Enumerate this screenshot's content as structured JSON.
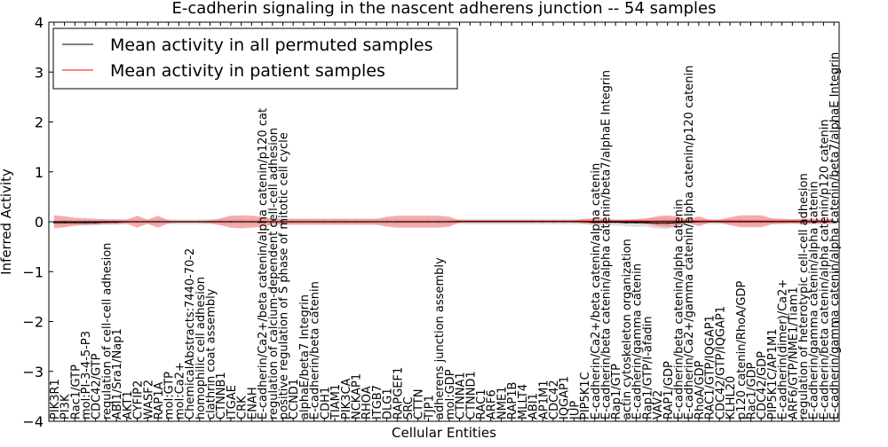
{
  "chart_data": {
    "type": "line",
    "title": "E-cadherin signaling in the nascent adherens junction -- 54 samples",
    "xlabel": "Cellular Entities",
    "ylabel": "Inferred Activity",
    "ylim": [
      -4,
      4
    ],
    "yticks": [
      "-4",
      "-3",
      "-2",
      "-1",
      "0",
      "1",
      "2",
      "3",
      "4"
    ],
    "grid": false,
    "legend_position": "top-left",
    "categories": [
      "PIK3R1",
      "PI3K",
      "Rac1/GTP",
      "mol:PI-3-4-5-P3",
      "CDC42/GTP",
      "regulation of cell-cell adhesion",
      "ABI1/Sra1/Nap1",
      "AKT1",
      "CYFIP2",
      "WASF2",
      "RAP1A",
      "mol:GTP",
      "mol:Ca2+",
      "ChemicalAbstracts:7440-70-2",
      "homophilic cell adhesion",
      "clathrin coat assembly",
      "CTNNB1",
      "ITGAE",
      "CRK",
      "ENAH",
      "E-cadherin/Ca2+/beta catenin/alpha catenin/p120 cat",
      "regulation of calcium-dependent cell-cell adhesion",
      "positive regulation of S phase of mitotic cell cycle",
      "CCND1",
      "alphaE/beta7 Integrin",
      "E-cadherin/beta catenin",
      "CDH1",
      "TIAM1",
      "PIK3CA",
      "NCKAP1",
      "RHOA",
      "ITGB7",
      "DLG1",
      "RAPGEF1",
      "SRC",
      "CTTN",
      "TJP1",
      "adherens junction assembly",
      "mol:GDP",
      "CTNNA1",
      "CTNND1",
      "RAC1",
      "ARF6",
      "NME1",
      "RAP1B",
      "MLLT4",
      "ABI1",
      "AP1M1",
      "CDC42",
      "IQGAP1",
      "JUP",
      "PIP5K1C",
      "E-cadherin/Ca2+/beta catenin/alpha catenin",
      "E-cadherin/beta catenin/alpha catenin/beta7/alphaE Integrin",
      "Rap1/GTP",
      "actin cytoskeleton organization",
      "E-cadherin/gamma catenin",
      "Rap1/GTP/I-afadin",
      "VAV2",
      "RAP1/GDP",
      "E-cadherin/beta catenin/alpha catenin",
      "E-cadherin/Ca2+/gamma catenin/alpha catenin/p120 catenin",
      "RhoA/GDP",
      "RAC1/GTP/IQGAP1",
      "CDC42/GTP/IQGAP1",
      "KLHL20",
      "p120 catenin/RhoA/GDP",
      "Rac1/GDP",
      "CDC42/GDP",
      "PIP5K1C/AP1M1",
      "E-cadherin(dimer)/Ca2+",
      "ARF6/GTP/NME1/Tiam1",
      "regulation of heterotypic cell-cell adhesion",
      "E-cadherin/gamma catenin/alpha catenin",
      "E-cadherin/beta catenin/alpha catenin/p120 catenin",
      "E-cadherin/gamma catenin/alpha catenin/beta7/alphaE Integrin"
    ],
    "series": [
      {
        "name": "Mean activity in all permuted samples",
        "color": "#000000",
        "band_color": "#c8c8c8",
        "mean": [
          -0.02,
          -0.02,
          -0.02,
          -0.02,
          -0.02,
          -0.01,
          -0.01,
          0,
          0,
          0,
          0,
          0,
          0,
          0,
          0,
          0,
          0,
          0,
          0,
          0,
          0,
          0,
          0,
          0,
          0,
          0,
          0,
          0,
          0,
          0,
          0,
          0,
          0,
          0,
          0,
          0,
          0,
          0,
          0,
          0,
          0,
          0,
          0,
          0,
          0,
          0,
          0,
          0,
          0,
          0,
          0,
          0,
          -0.01,
          -0.01,
          -0.01,
          -0.02,
          -0.02,
          -0.02,
          -0.03,
          -0.03,
          -0.02,
          -0.01,
          0,
          0,
          0,
          0,
          0,
          0,
          0,
          0,
          0,
          0,
          0,
          0,
          0,
          0
        ],
        "std": [
          0.06,
          0.06,
          0.05,
          0.05,
          0.05,
          0.05,
          0.05,
          0.05,
          0.05,
          0.05,
          0.05,
          0.05,
          0.05,
          0.05,
          0.05,
          0.05,
          0.05,
          0.05,
          0.05,
          0.05,
          0.05,
          0.05,
          0.05,
          0.05,
          0.05,
          0.05,
          0.05,
          0.05,
          0.05,
          0.05,
          0.05,
          0.05,
          0.05,
          0.05,
          0.05,
          0.05,
          0.05,
          0.05,
          0.05,
          0.05,
          0.05,
          0.05,
          0.05,
          0.05,
          0.05,
          0.05,
          0.05,
          0.05,
          0.05,
          0.05,
          0.05,
          0.05,
          0.06,
          0.06,
          0.06,
          0.07,
          0.08,
          0.08,
          0.11,
          0.11,
          0.08,
          0.06,
          0.05,
          0.05,
          0.05,
          0.05,
          0.05,
          0.05,
          0.05,
          0.05,
          0.05,
          0.05,
          0.05,
          0.05,
          0.05,
          0.05
        ]
      },
      {
        "name": "Mean activity in patient samples",
        "color": "#ff0000",
        "band_color": "#f08080",
        "mean": [
          0,
          0,
          0,
          0,
          0,
          0,
          0,
          0,
          0,
          0,
          0,
          0,
          0,
          0,
          0,
          0,
          0,
          0,
          0,
          0,
          0,
          0,
          0,
          0,
          0,
          0,
          0,
          0,
          0,
          0,
          0,
          0,
          0,
          0,
          0,
          0,
          0,
          0,
          0,
          0.01,
          0.01,
          0.01,
          0.01,
          0.01,
          0.01,
          0.01,
          0.01,
          0.01,
          0.01,
          0.01,
          0.01,
          0.01,
          0.01,
          0.01,
          0.01,
          0.01,
          0.01,
          0.01,
          0.01,
          0.01,
          0.01,
          0.01,
          0.01,
          0.01,
          0.01,
          0.01,
          0.01,
          0.01,
          0.01,
          0.01,
          0.01,
          0.01,
          0.01,
          0.01,
          0.01,
          0.01
        ],
        "std": [
          0.13,
          0.11,
          0.08,
          0.07,
          0.06,
          0.05,
          0.05,
          0.04,
          0.12,
          0.04,
          0.12,
          0.03,
          0.02,
          0.02,
          0.02,
          0.03,
          0.07,
          0.12,
          0.13,
          0.12,
          0.1,
          0.06,
          0.06,
          0.06,
          0.06,
          0.06,
          0.06,
          0.06,
          0.06,
          0.06,
          0.06,
          0.06,
          0.1,
          0.12,
          0.12,
          0.12,
          0.12,
          0.12,
          0.1,
          0.02,
          0.02,
          0.02,
          0.02,
          0.02,
          0.02,
          0.02,
          0.02,
          0.02,
          0.02,
          0.02,
          0.02,
          0.05,
          0.06,
          0.05,
          0.03,
          0.03,
          0.04,
          0.06,
          0.1,
          0.12,
          0.09,
          0.03,
          0.1,
          0.03,
          0.03,
          0.08,
          0.12,
          0.12,
          0.12,
          0.06,
          0.05,
          0.04,
          0.05,
          0.05,
          0.04,
          0.04
        ]
      }
    ]
  }
}
